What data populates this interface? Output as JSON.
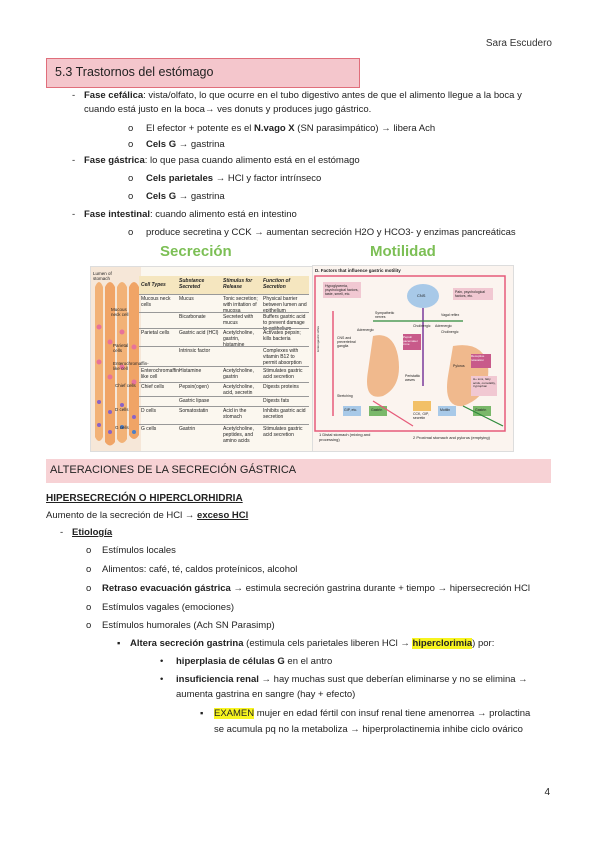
{
  "header": {
    "author": "Sara Escudero"
  },
  "section": {
    "title": "5.3 Trastornos del estómago"
  },
  "phases": {
    "cefalica": {
      "label": "Fase cefálica",
      "text_a": ": vista/olfato, lo que ocurre en el tubo digestivo antes de que el alimento llegue a la boca y",
      "text_b": "cuando está justo en la boca→ ves donuts y produces jugo gástrico.",
      "sub1_a": "El efector + potente es el ",
      "sub1_bold": "N.vago X",
      "sub1_b": " (SN parasimpático) → libera Ach",
      "sub2_bold": "Cels G",
      "sub2_rest": " → gastrina"
    },
    "gastrica": {
      "label": "Fase gástrica",
      "text": ": lo que pasa cuando alimento está en el estómago",
      "sub1_bold": "Cels parietales",
      "sub1_rest": " → HCl y factor intrínseco",
      "sub2_bold": "Cels G",
      "sub2_rest": " → gastrina"
    },
    "intestinal": {
      "label": "Fase intestinal",
      "text": ": cuando alimento está en intestino",
      "sub1": "produce secretina y CCK → aumentan secreción H2O y HCO3- y enzimas pancreáticas"
    }
  },
  "figures": {
    "secrecion_title": "Secreción",
    "motilidad_title": "Motilidad",
    "stomach_label": "Lumen of stomach",
    "gland_labels": [
      "Mucous neck cell",
      "Parietal cells",
      "Enterochromaffin-like cell",
      "Chief cells",
      "D cells",
      "G cells"
    ],
    "table_headers": [
      "Cell Types",
      "Substance Secreted",
      "Stimulus for Release",
      "Function of Secretion"
    ],
    "table_rows": [
      [
        "Mucous neck cells",
        "Mucus",
        "Tonic secretion; with irritation of mucosa",
        "Physical barrier between lumen and epithelium"
      ],
      [
        "",
        "Bicarbonate",
        "Secreted with mucus",
        "Buffers gastric acid to prevent damage to epithelium"
      ],
      [
        "Parietal cells",
        "Gastric acid (HCl)",
        "Acetylcholine, gastrin, histamine",
        "Activates pepsin; kills bacteria"
      ],
      [
        "",
        "Intrinsic factor",
        "",
        "Complexes with vitamin B12 to permit absorption"
      ],
      [
        "Enterochromaffin-like cell",
        "Histamine",
        "Acetylcholine, gastrin",
        "Stimulates gastric acid secretion"
      ],
      [
        "Chief cells",
        "Pepsin(ogen)",
        "Acetylcholine, acid, secretin",
        "Digests proteins"
      ],
      [
        "",
        "Gastric lipase",
        "",
        "Digests fats"
      ],
      [
        "D cells",
        "Somatostatin",
        "Acid in the stomach",
        "Inhibits gastric acid secretion"
      ],
      [
        "G cells",
        "Gastrin",
        "Acetylcholine, peptides, and amino acids",
        "Stimulates gastric acid secretion"
      ]
    ],
    "motility_caption": "D. Factors that influence gastric motility",
    "motility_labels": [
      "Hypoglycemia, psychological factors, taste, smell, etc.",
      "Pain, psychological factors, etc.",
      "CNS",
      "Sympathetic nerves",
      "Vagal reflex",
      "Adrenergic",
      "Cholinergic",
      "Cholinergic",
      "CNS and prevertebral ganglia",
      "Pepsin pacemaker zone",
      "Adrenergic",
      "Receptive relaxation",
      "Pylorus",
      "Peristaltic waves",
      "Stretching",
      "GIP, etc.",
      "Gastrin",
      "Motilin",
      "Gastrin",
      "H+ ions, fatty acids, osmolality, tryptophan",
      "Enterogastric reflex",
      "CCK, GIP, secretin"
    ],
    "motility_sublabels": [
      "1 Distal stomach (mixing and processing)",
      "2 Proximal stomach and pylorus (emptying)"
    ]
  },
  "alteraciones": {
    "title": "ALTERACIONES DE LA SECRECIÓN GÁSTRICA",
    "subtitle": "HIPERSECRECIÓN O HIPERCLORHIDRIA",
    "intro_a": "Aumento de la secreción de HCl → ",
    "intro_u": "exceso HCl",
    "etiologia": "Etiología",
    "items": [
      "Estímulos locales",
      "Alimentos: café, té, caldos proteínicos, alcohol"
    ],
    "retraso_bold": "Retraso evacuación gástrica",
    "retraso_rest": " → estimula secreción gastrina durante + tiempo → hipersecreción HCl",
    "vagales": "Estímulos vagales (emociones)",
    "humorales": "Estímulos humorales (Ach SN Parasimp)",
    "alt_bold": "Altera secreción gastrina",
    "alt_rest": " (estimula cels parietales liberen HCl → ",
    "alt_hl": "hiperclorimia",
    "alt_end": ") por:",
    "hiperplasia_bold": "hiperplasia de células G",
    "hiperplasia_rest": " en el antro",
    "renal_bold": "insuficiencia renal",
    "renal_rest": " → hay muchas sust que deberían eliminarse y no se elimina →",
    "renal_cont": "aumenta gastrina en sangre (hay + efecto)",
    "examen": "EXAMEN",
    "examen_rest": " mujer en edad fértil con insuf renal tiene amenorrea → prolactina",
    "examen_cont": "se acumula pq no la metaboliza → hiperprolactinemia inhibe ciclo ovárico"
  },
  "page_number": "4",
  "colors": {
    "accent_pink": "#f4c6cc",
    "accent_border": "#e06e7b",
    "highlight": "#f7f41f",
    "fig_green": "#7cbf55"
  }
}
